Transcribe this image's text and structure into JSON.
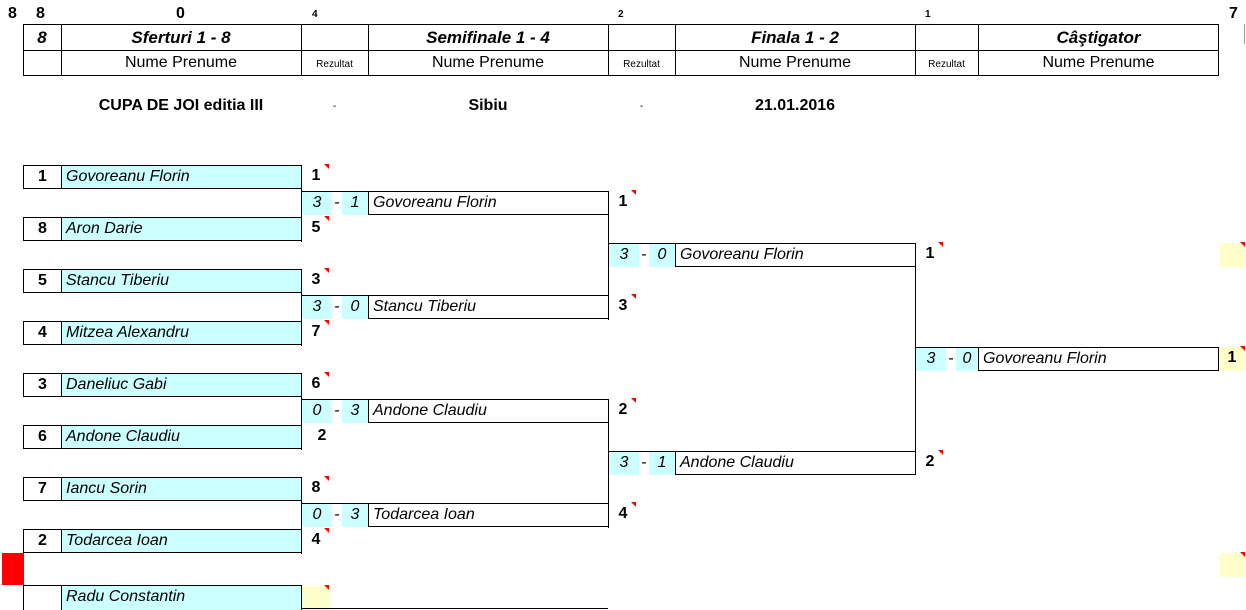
{
  "top_numbers": [
    "8",
    "8",
    "0",
    "4",
    "2",
    "1",
    "7"
  ],
  "header": {
    "col0": "8",
    "round1": "Sferturi 1 - 8",
    "round2": "Semifinale 1 - 4",
    "round3": "Finala 1 - 2",
    "winner": "Câştigator",
    "name_label": "Nume Prenume",
    "result_label": "Rezultat"
  },
  "info": {
    "title": "CUPA DE JOI editia III",
    "sep": "-",
    "city": "Sibiu",
    "date": "21.01.2016"
  },
  "seeds": [
    {
      "seed": "1",
      "name": "Govoreanu Florin",
      "rank": "1"
    },
    {
      "seed": "8",
      "name": "Aron Darie",
      "rank": "5"
    },
    {
      "seed": "5",
      "name": "Stancu Tiberiu",
      "rank": "3"
    },
    {
      "seed": "4",
      "name": "Mitzea Alexandru",
      "rank": "7"
    },
    {
      "seed": "3",
      "name": "Daneliuc Gabi",
      "rank": "6"
    },
    {
      "seed": "6",
      "name": "Andone Claudiu",
      "rank": "2"
    },
    {
      "seed": "7",
      "name": "Iancu Sorin",
      "rank": "8"
    },
    {
      "seed": "2",
      "name": "Todarcea Ioan",
      "rank": "4"
    }
  ],
  "extra_player": "Radu Constantin",
  "quarter_results": [
    {
      "s1": "3",
      "s2": "1",
      "winner": "Govoreanu Florin",
      "rank": "1"
    },
    {
      "s1": "3",
      "s2": "0",
      "winner": "Stancu Tiberiu",
      "rank": "3"
    },
    {
      "s1": "0",
      "s2": "3",
      "winner": "Andone Claudiu",
      "rank": "2"
    },
    {
      "s1": "0",
      "s2": "3",
      "winner": "Todarcea Ioan",
      "rank": "4"
    }
  ],
  "semi_results": [
    {
      "s1": "3",
      "s2": "0",
      "winner": "Govoreanu Florin",
      "rank": "1"
    },
    {
      "s1": "3",
      "s2": "1",
      "winner": "Andone Claudiu",
      "rank": "2"
    }
  ],
  "final_result": {
    "s1": "3",
    "s2": "0",
    "winner": "Govoreanu Florin",
    "rank": "1"
  }
}
